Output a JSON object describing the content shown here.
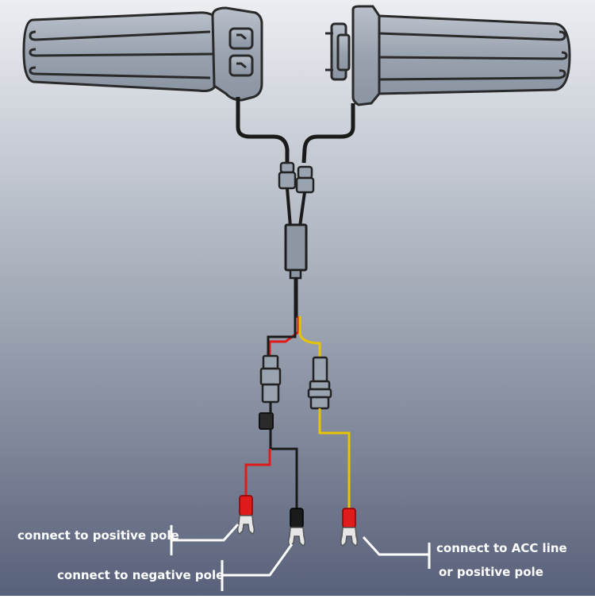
{
  "labels": {
    "positive": "connect to positive pole",
    "negative": "connect to negative pole",
    "acc_line1": "connect to ACC line",
    "acc_line2": "or positive pole"
  },
  "colors": {
    "background_top": "#e8ebf0",
    "background_bottom": "#5d6676",
    "grip": "#9ea7b3",
    "outline": "#2a2a2a",
    "wire_black": "#1a1a1a",
    "wire_red": "#e01b1b",
    "wire_yellow": "#e8c400",
    "leader_line": "#ffffff"
  }
}
